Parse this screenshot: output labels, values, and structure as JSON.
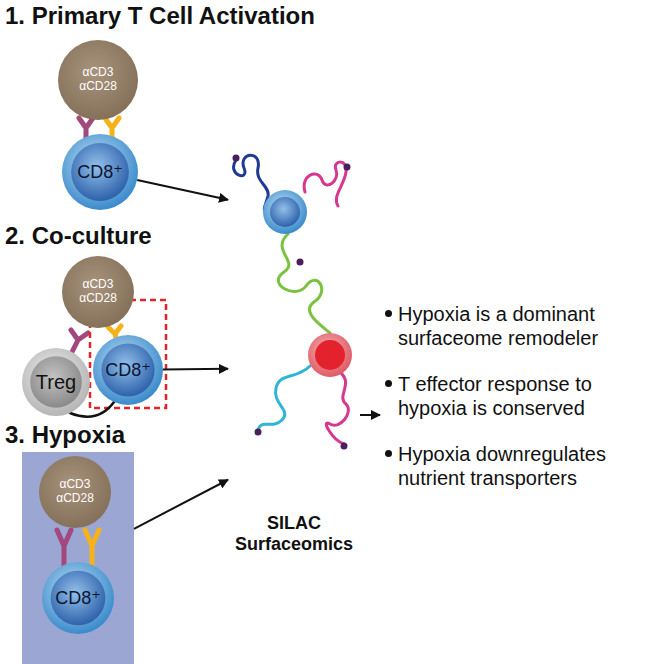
{
  "diagram": {
    "nodes": [
      {
        "text": [
          "αCD3 αCD28"
        ]
      },
      {
        "text": [
          "CD8⁺"
        ]
      },
      {
        "text": [
          "αCD3 αCD28"
        ]
      },
      {
        "text": [
          "CD8⁺"
        ]
      },
      {
        "text": [
          "Treg"
        ]
      },
      {
        "text": [
          "3. Hypoxia"
        ]
      },
      {
        "text": [
          "αCD3 αCD28"
        ],
        "in": 5
      },
      {
        "text": [
          "CD8⁺"
        ],
        "in": 5
      },
      {
        "text": [
          "SILAC Surfaceomics"
        ]
      },
      {
        "text": [
          "Hypoxia is a dominant surfaceome remodeler",
          "T effector response to hypoxia is conserved",
          "Hypoxia downregulates nutrient transporters"
        ]
      }
    ],
    "edges": [
      {
        "from": 1,
        "to": 8,
        "arrow": "to"
      },
      {
        "from": 3,
        "to": 8,
        "arrow": "to"
      },
      {
        "from": 5,
        "to": 8,
        "arrow": "to"
      },
      {
        "from": 8,
        "to": 9,
        "arrow": "to"
      }
    ],
    "labels": [
      "1. Primary T Cell Activation",
      "2. Co-culture"
    ]
  }
}
